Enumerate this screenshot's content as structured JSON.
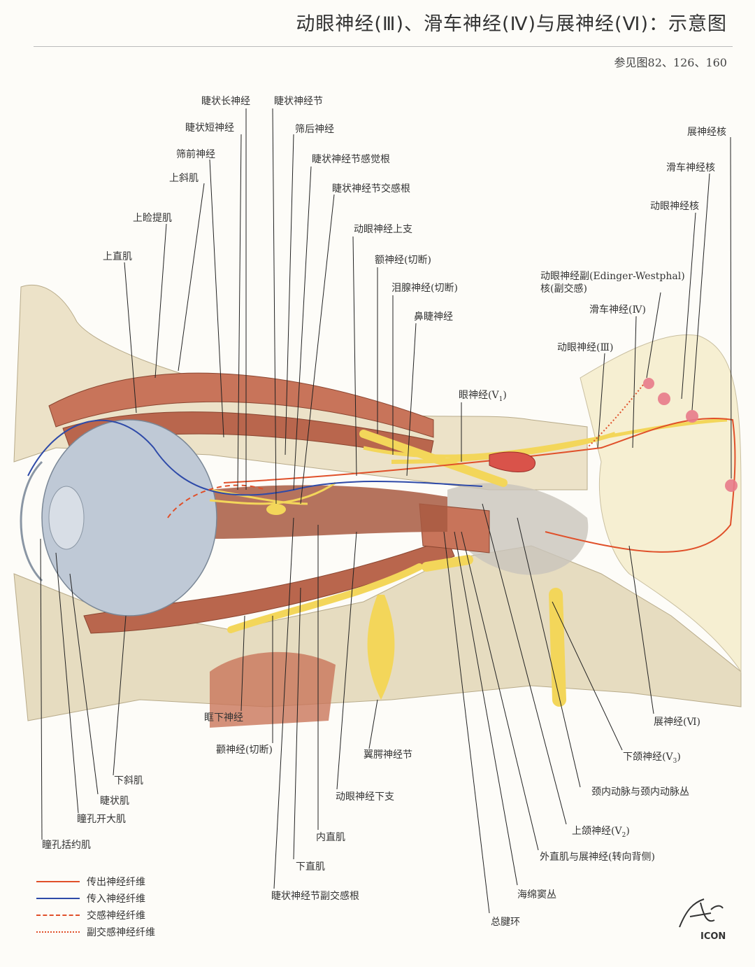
{
  "header": {
    "title": "动眼神经(Ⅲ)、滑车神经(Ⅳ)与展神经(Ⅵ)：示意图",
    "reference": "参见图82、126、160"
  },
  "labels": {
    "ciliary_long": "睫状长神经",
    "ciliary_ganglion": "睫状神经节",
    "ciliary_short": "睫状短神经",
    "post_ethmoid": "筛后神经",
    "ant_ethmoid": "筛前神经",
    "ganglion_sensory_root": "睫状神经节感觉根",
    "sup_oblique": "上斜肌",
    "ganglion_sympathetic_root": "睫状神经节交感根",
    "levator": "上睑提肌",
    "oculomotor_sup_branch": "动眼神经上支",
    "sup_rectus": "上直肌",
    "frontal_cut": "额神经(切断)",
    "lacrimal_cut": "泪腺神经(切断)",
    "nasociliary": "鼻睫神经",
    "ophthalmic_v1": "眼神经(V",
    "v1_sub": "1",
    "close_paren": ")",
    "abducens_nucleus": "展神经核",
    "trochlear_nucleus": "滑车神经核",
    "oculomotor_nucleus": "动眼神经核",
    "ew_line1": "动眼神经副(Edinger-Westphal)",
    "ew_line2": "核(副交感)",
    "trochlear_iv": "滑车神经(Ⅳ)",
    "oculomotor_iii": "动眼神经(Ⅲ)",
    "abducens_vi": "展神经(Ⅵ)",
    "mandibular_v3": "下颌神经(V",
    "v3_sub": "3",
    "ica_plexus": "颈内动脉与颈内动脉丛",
    "maxillary_v2": "上颌神经(V",
    "v2_sub": "2",
    "lat_rectus": "外直肌与展神经(转向背侧)",
    "cavernous_plexus": "海绵窦丛",
    "annular_tendon": "总腱环",
    "infraorbital": "眶下神经",
    "zygomatic_cut": "颧神经(切断)",
    "pterygopalatine": "翼腭神经节",
    "oculomotor_inf_branch": "动眼神经下支",
    "inf_oblique": "下斜肌",
    "ciliary_muscle": "睫状肌",
    "dilator": "瞳孔开大肌",
    "med_rectus": "内直肌",
    "sphincter": "瞳孔括约肌",
    "inf_rectus": "下直肌",
    "parasympathetic_root": "睫状神经节副交感根"
  },
  "legend": [
    {
      "label": "传出神经纤维",
      "color": "#e0502a",
      "style": "solid"
    },
    {
      "label": "传入神经纤维",
      "color": "#2e4aa8",
      "style": "solid"
    },
    {
      "label": "交感神经纤维",
      "color": "#e0502a",
      "style": "dashed"
    },
    {
      "label": "副交感神经纤维",
      "color": "#e0502a",
      "style": "dotted"
    }
  ],
  "signature": {
    "logo": "ICON"
  },
  "colors": {
    "efferent": "#e0502a",
    "afferent": "#2e4aa8",
    "nerve_yellow": "#f3d65a",
    "muscle": "#c8745a",
    "bone": "#eee6cf",
    "brainstem": "#f6efd2"
  }
}
